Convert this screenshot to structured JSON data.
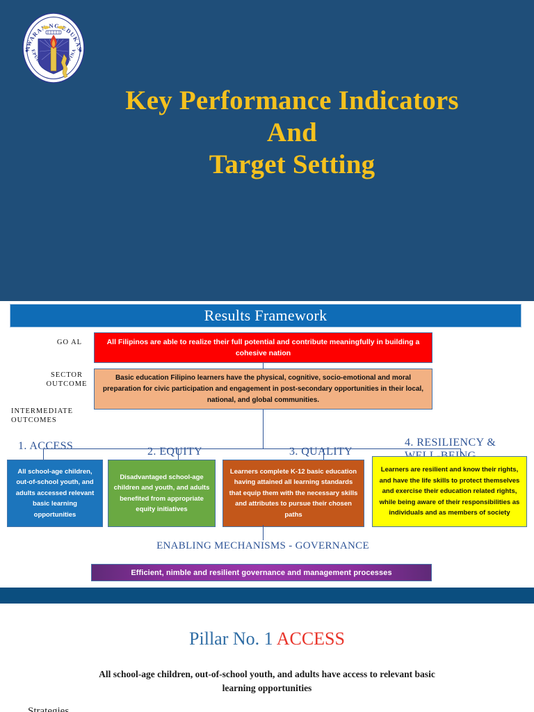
{
  "hero": {
    "background_color": "#1f4e79",
    "logo": {
      "name": "deped-seal",
      "outer_text_top": "KAGAWARAN NG EDUKASYON",
      "outer_text_bottom": "REPUBLIKA NG PILIPINAS"
    },
    "title_lines": [
      "Key Performance Indicators",
      "And",
      "Target Setting"
    ],
    "title_color": "#f5c11e"
  },
  "results_framework": {
    "banner_label": "Results Framework",
    "banner_color": "#0f6cb6",
    "row_labels": {
      "goal": "GO AL",
      "sector_outcome": "SECTOR OUTCOME",
      "intermediate_outcomes": "INTERMEDIATE OUTCOMES"
    },
    "goal": {
      "text": "All Filipinos are able to realize their full potential and contribute meaningfully in building a cohesive nation",
      "color": "#fe0000"
    },
    "sector_outcome": {
      "text": "Basic education Filipino learners have the physical, cognitive, socio-emotional and moral preparation for civic participation and engagement in post-secondary opportunities in their local, national, and global communities.",
      "color": "#f2b183"
    },
    "pillars": [
      {
        "title": "1. ACCESS",
        "text": "All school-age children, out-of-school youth, and adults accessed relevant basic learning opportunities",
        "color": "#1c75bc"
      },
      {
        "title": "2. EQUITY",
        "text": "Disadvantaged school-age children and youth, and adults benefited from appropriate equity initiatives",
        "color": "#6aa942"
      },
      {
        "title": "3. QUALITY",
        "text": "Learners complete K-12 basic education having attained all learning standards that equip them with the necessary skills and attributes to pursue their chosen paths",
        "color": "#c3571a"
      },
      {
        "title": "4. RESILIENCY & WELL-BEING",
        "text": "Learners are resilient and know their rights, and have the life skills to   protect themselves and exercise their education related rights, while being aware of their responsibilities as individuals and as members of society",
        "color": "#ffff00"
      }
    ],
    "governance": {
      "title": "ENABLING MECHANISMS - GOVERNANCE",
      "bar_text": "Efficient, nimble and resilient governance and management processes",
      "bar_color": "#8a2f9b"
    }
  },
  "next_slide": {
    "divider_color": "#0b4e7f",
    "heading_prefix": "Pillar No. 1 ",
    "heading_highlight": "ACCESS",
    "heading_prefix_color": "#2e6ca4",
    "heading_highlight_color": "#e8342a",
    "subtitle": "All school-age children, out-of-school youth, and adults have access to relevant basic learning opportunities",
    "partial_text": "Strategies"
  }
}
